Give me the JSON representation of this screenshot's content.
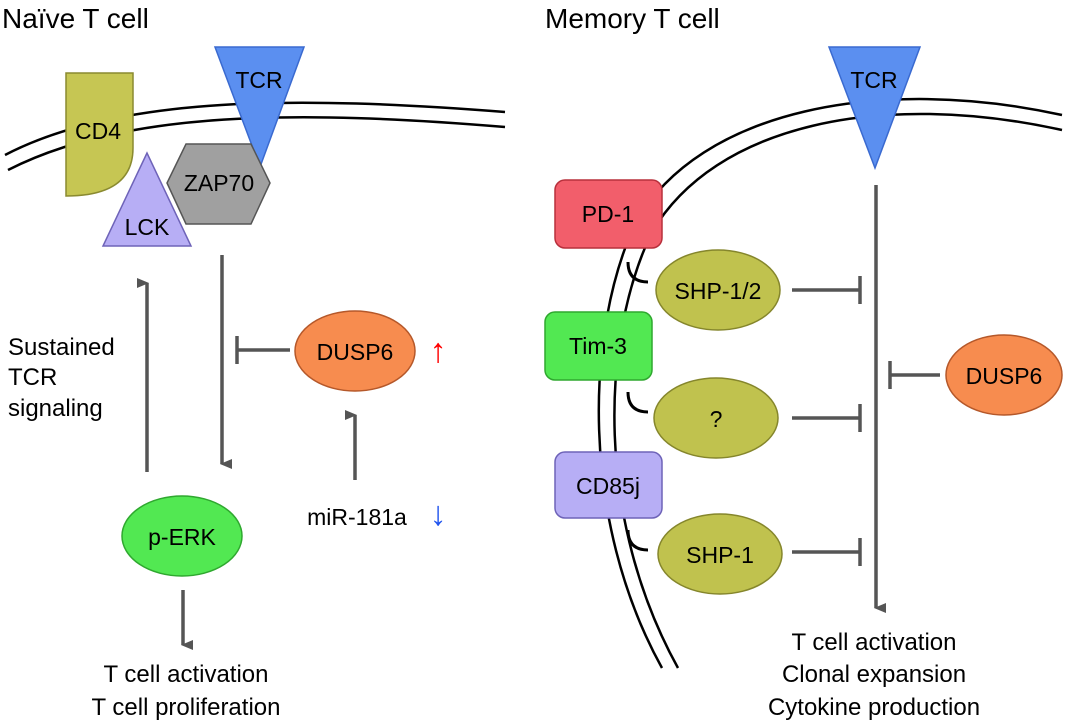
{
  "naive": {
    "title": "Naïve T cell",
    "tcr": "TCR",
    "cd4": "CD4",
    "zap70": "ZAP70",
    "lck": "LCK",
    "dusp6": "DUSP6",
    "mirna": "miR-181a",
    "perk": "p-ERK",
    "sustained": [
      "Sustained",
      "TCR",
      "signaling"
    ],
    "outputs": [
      "T cell activation",
      "T cell proliferation"
    ],
    "up_arrow": "↑",
    "down_arrow": "↓"
  },
  "memory": {
    "title": "Memory T cell",
    "tcr": "TCR",
    "pd1": "PD-1",
    "tim3": "Tim-3",
    "cd85j": "CD85j",
    "shp12": "SHP-1/2",
    "unknown": "?",
    "shp1": "SHP-1",
    "dusp6": "DUSP6",
    "outputs": [
      "T cell activation",
      "Clonal expansion",
      "Cytokine production"
    ]
  },
  "colors": {
    "tcr": "#5b8ff0",
    "cd4": "#c6c653",
    "zap70": "#a0a0a0",
    "lck": "#b7aef5",
    "dusp6": "#f78c4f",
    "perk": "#52e852",
    "pd1": "#f25e6b",
    "tim3": "#52e852",
    "cd85j": "#b7aef5",
    "shp": "#c0c24e",
    "arrow": "#555555",
    "up": "#ff0000",
    "down": "#2255ee"
  }
}
